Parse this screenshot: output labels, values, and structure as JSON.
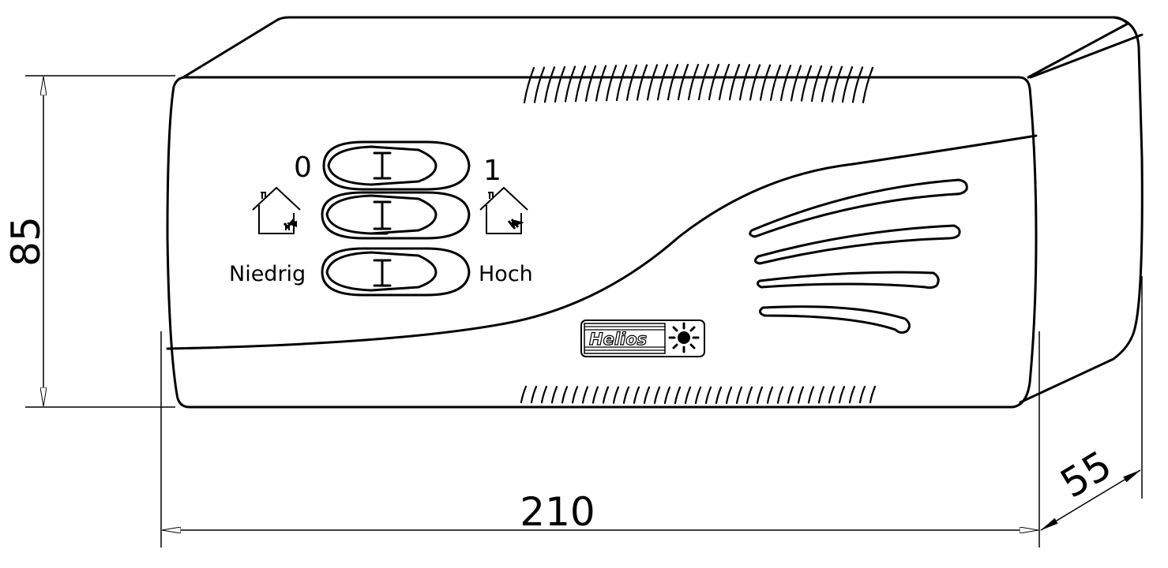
{
  "dimensions": {
    "width": "210",
    "height": "85",
    "depth": "55"
  },
  "switches": {
    "power": {
      "left_label": "0",
      "right_label": "1"
    },
    "airflow": {
      "left_icon": "house-air-in-icon",
      "right_icon": "house-air-out-icon"
    },
    "speed": {
      "left_label": "Niedrig",
      "right_label": "Hoch"
    }
  },
  "logo": {
    "brand": "Helios",
    "emblem_icon": "helios-fan-emblem-icon"
  },
  "colors": {
    "line": "#000000",
    "background": "#ffffff"
  }
}
